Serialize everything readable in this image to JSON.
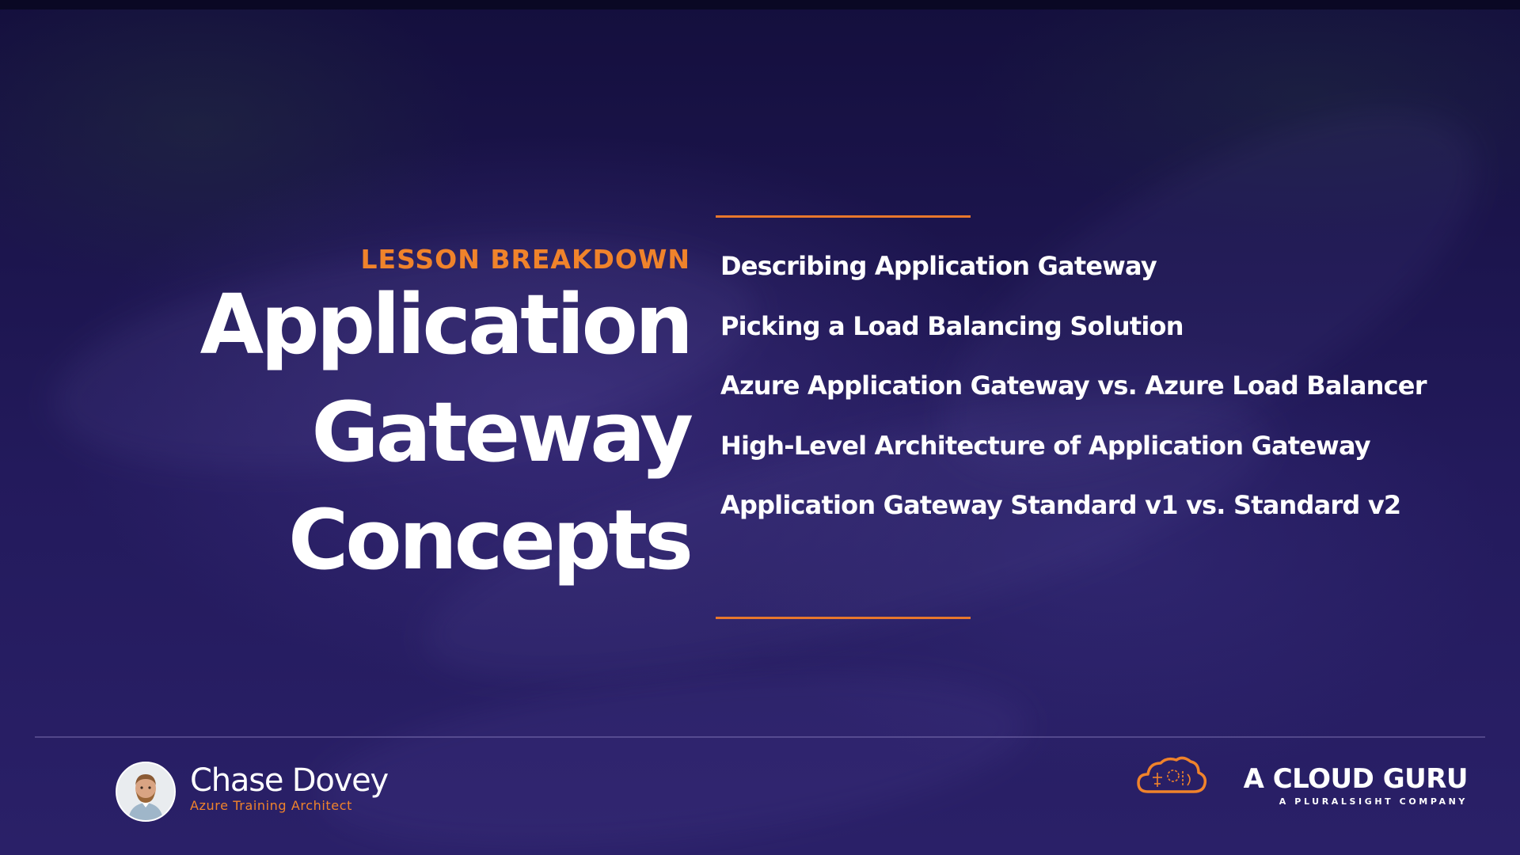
{
  "lesson": {
    "eyebrow": "LESSON BREAKDOWN",
    "title_lines": [
      "Application",
      "Gateway",
      "Concepts"
    ]
  },
  "topics": [
    "Describing Application Gateway",
    "Picking a Load Balancing Solution",
    "Azure Application Gateway vs. Azure Load Balancer",
    "High-Level Architecture of Application Gateway",
    "Application Gateway Standard v1 vs. Standard v2"
  ],
  "presenter": {
    "name": "Chase Dovey",
    "role": "Azure Training Architect"
  },
  "brand": {
    "name": "A CLOUD GURU",
    "tagline": "A PLURALSIGHT COMPANY",
    "logo_icon": "cloud-logo-icon"
  },
  "colors": {
    "accent": "#f0832b",
    "background": "#1c1550",
    "text": "#ffffff"
  }
}
